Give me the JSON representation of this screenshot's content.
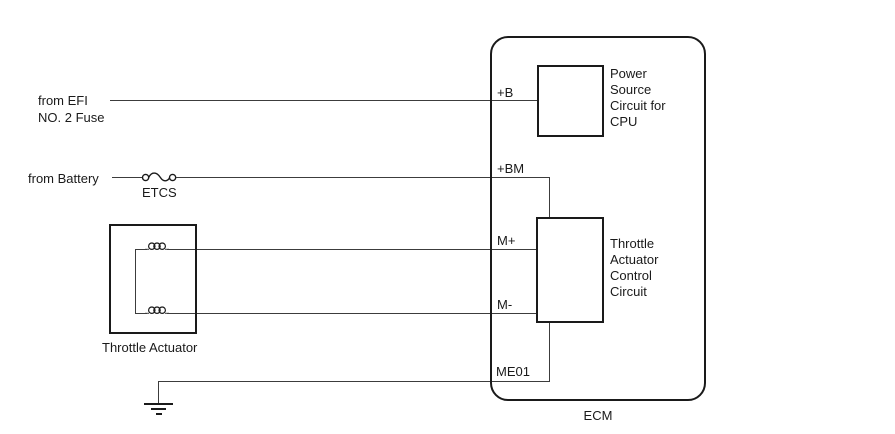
{
  "colors": {
    "background": "#ffffff",
    "wire": "#3c3c3c",
    "line_and_text": "#1a1a1a"
  },
  "sources": {
    "efi_fuse": {
      "line1": "from EFI",
      "line2": "NO. 2 Fuse"
    },
    "battery": {
      "label": "from Battery",
      "fuse_name": "ETCS"
    }
  },
  "throttle_actuator": {
    "label": "Throttle Actuator"
  },
  "ecm": {
    "label": "ECM",
    "terminals": {
      "b": "+B",
      "bm": "+BM",
      "m_plus": "M+",
      "m_minus": "M-",
      "me01": "ME01"
    },
    "power_source_block": {
      "lines": [
        "Power",
        "Source",
        "Circuit for",
        "CPU"
      ]
    },
    "tac_block": {
      "lines": [
        "Throttle",
        "Actuator",
        "Control",
        "Circuit"
      ]
    }
  },
  "icons": {
    "fuse": "fuse-icon",
    "coil": "inductor-coil-icon",
    "ground": "ground-icon"
  }
}
